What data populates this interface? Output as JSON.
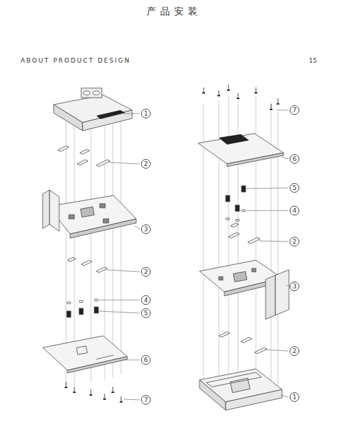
{
  "diagram": {
    "title": "产品安装",
    "nodes": [
      {
        "text": [
          "1"
        ]
      },
      {
        "text": [
          "2"
        ]
      },
      {
        "text": [
          "3"
        ]
      },
      {
        "text": [
          "2"
        ]
      },
      {
        "text": [
          "4"
        ]
      },
      {
        "text": [
          "5"
        ]
      },
      {
        "text": [
          "6"
        ]
      },
      {
        "text": [
          "7"
        ]
      },
      {
        "text": [
          "7"
        ]
      },
      {
        "text": [
          "6"
        ]
      },
      {
        "text": [
          "5"
        ]
      },
      {
        "text": [
          "4"
        ]
      },
      {
        "text": [
          "2"
        ]
      },
      {
        "text": [
          "3"
        ]
      },
      {
        "text": [
          "2"
        ]
      },
      {
        "text": [
          "1"
        ]
      }
    ],
    "edges": [],
    "labels": [
      "ABOUT PRODUCT DESIGN",
      "15"
    ]
  }
}
